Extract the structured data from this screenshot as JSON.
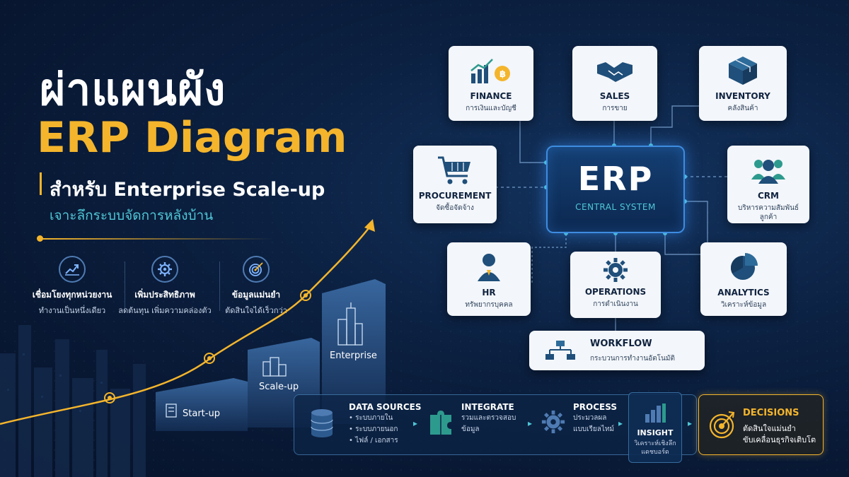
{
  "hero": {
    "title_thai": "ผ่าแผนผัง",
    "title_erp": "ERP Diagram",
    "subtitle": "สำหรับ Enterprise Scale-up",
    "subtitle2": "เจาะลึกระบบจัดการหลังบ้าน"
  },
  "features": [
    {
      "icon": "chart-up-icon",
      "line1": "เชื่อมโยงทุกหน่วยงาน",
      "line2": "ทำงานเป็นหนึ่งเดียว"
    },
    {
      "icon": "gear-icon",
      "line1": "เพิ่มประสิทธิภาพ",
      "line2": "ลดต้นทุน เพิ่มความคล่องตัว"
    },
    {
      "icon": "target-icon",
      "line1": "ข้อมูลแม่นยำ",
      "line2": "ตัดสินใจได้เร็วกว่า"
    }
  ],
  "growth_steps": [
    {
      "label": "Start-up",
      "icon": "building-small-icon"
    },
    {
      "label": "Scale-up",
      "icon": "building-medium-icon"
    },
    {
      "label": "Enterprise",
      "icon": "skyscraper-icon"
    }
  ],
  "central": {
    "title": "ERP",
    "subtitle": "CENTRAL SYSTEM"
  },
  "modules": {
    "finance": {
      "name": "FINANCE",
      "thai": "การเงินและบัญชี",
      "icon": "finance-chart-coin-icon"
    },
    "sales": {
      "name": "SALES",
      "thai": "การขาย",
      "icon": "handshake-icon"
    },
    "inventory": {
      "name": "INVENTORY",
      "thai": "คลังสินค้า",
      "icon": "box-icon"
    },
    "procurement": {
      "name": "PROCUREMENT",
      "thai": "จัดซื้อจัดจ้าง",
      "icon": "shopping-cart-icon"
    },
    "crm": {
      "name": "CRM",
      "thai1": "บริหารความสัมพันธ์",
      "thai2": "ลูกค้า",
      "icon": "users-group-icon"
    },
    "hr": {
      "name": "HR",
      "thai": "ทรัพยากรบุคคล",
      "icon": "person-icon"
    },
    "operations": {
      "name": "OPERATIONS",
      "thai": "การดำเนินงาน",
      "icon": "gear-icon"
    },
    "analytics": {
      "name": "ANALYTICS",
      "thai": "วิเคราะห์ข้อมูล",
      "icon": "pie-chart-icon"
    },
    "workflow": {
      "name": "WORKFLOW",
      "thai": "กระบวนการทำงานอัตโนมัติ",
      "icon": "flowchart-icon"
    }
  },
  "pipeline": {
    "data_sources": {
      "title": "DATA SOURCES",
      "items": [
        "• ระบบภายใน",
        "• ระบบภายนอก",
        "• ไฟล์ / เอกสาร"
      ],
      "icon": "database-icon"
    },
    "integrate": {
      "title": "INTEGRATE",
      "line1": "รวมและตรวจสอบ",
      "line2": "ข้อมูล",
      "icon": "puzzle-icon"
    },
    "process": {
      "title": "PROCESS",
      "line1": "ประมวลผล",
      "line2": "แบบเรียลไทม์",
      "icon": "gear-icon"
    },
    "insight": {
      "title": "INSIGHT",
      "line1": "วิเคราะห์เชิงลึก",
      "line2": "แดชบอร์ด",
      "icon": "bar-chart-icon"
    },
    "decisions": {
      "title": "DECISIONS",
      "line1": "ตัดสินใจแม่นยำ",
      "line2": "ขับเคลื่อนธุรกิจเติบโต",
      "icon": "target-arrow-icon"
    }
  },
  "colors": {
    "accent_gold": "#f4b52c",
    "accent_cyan": "#4fc7d6",
    "background_navy": "#0b1f3f",
    "central_border": "#3d8ce0"
  }
}
